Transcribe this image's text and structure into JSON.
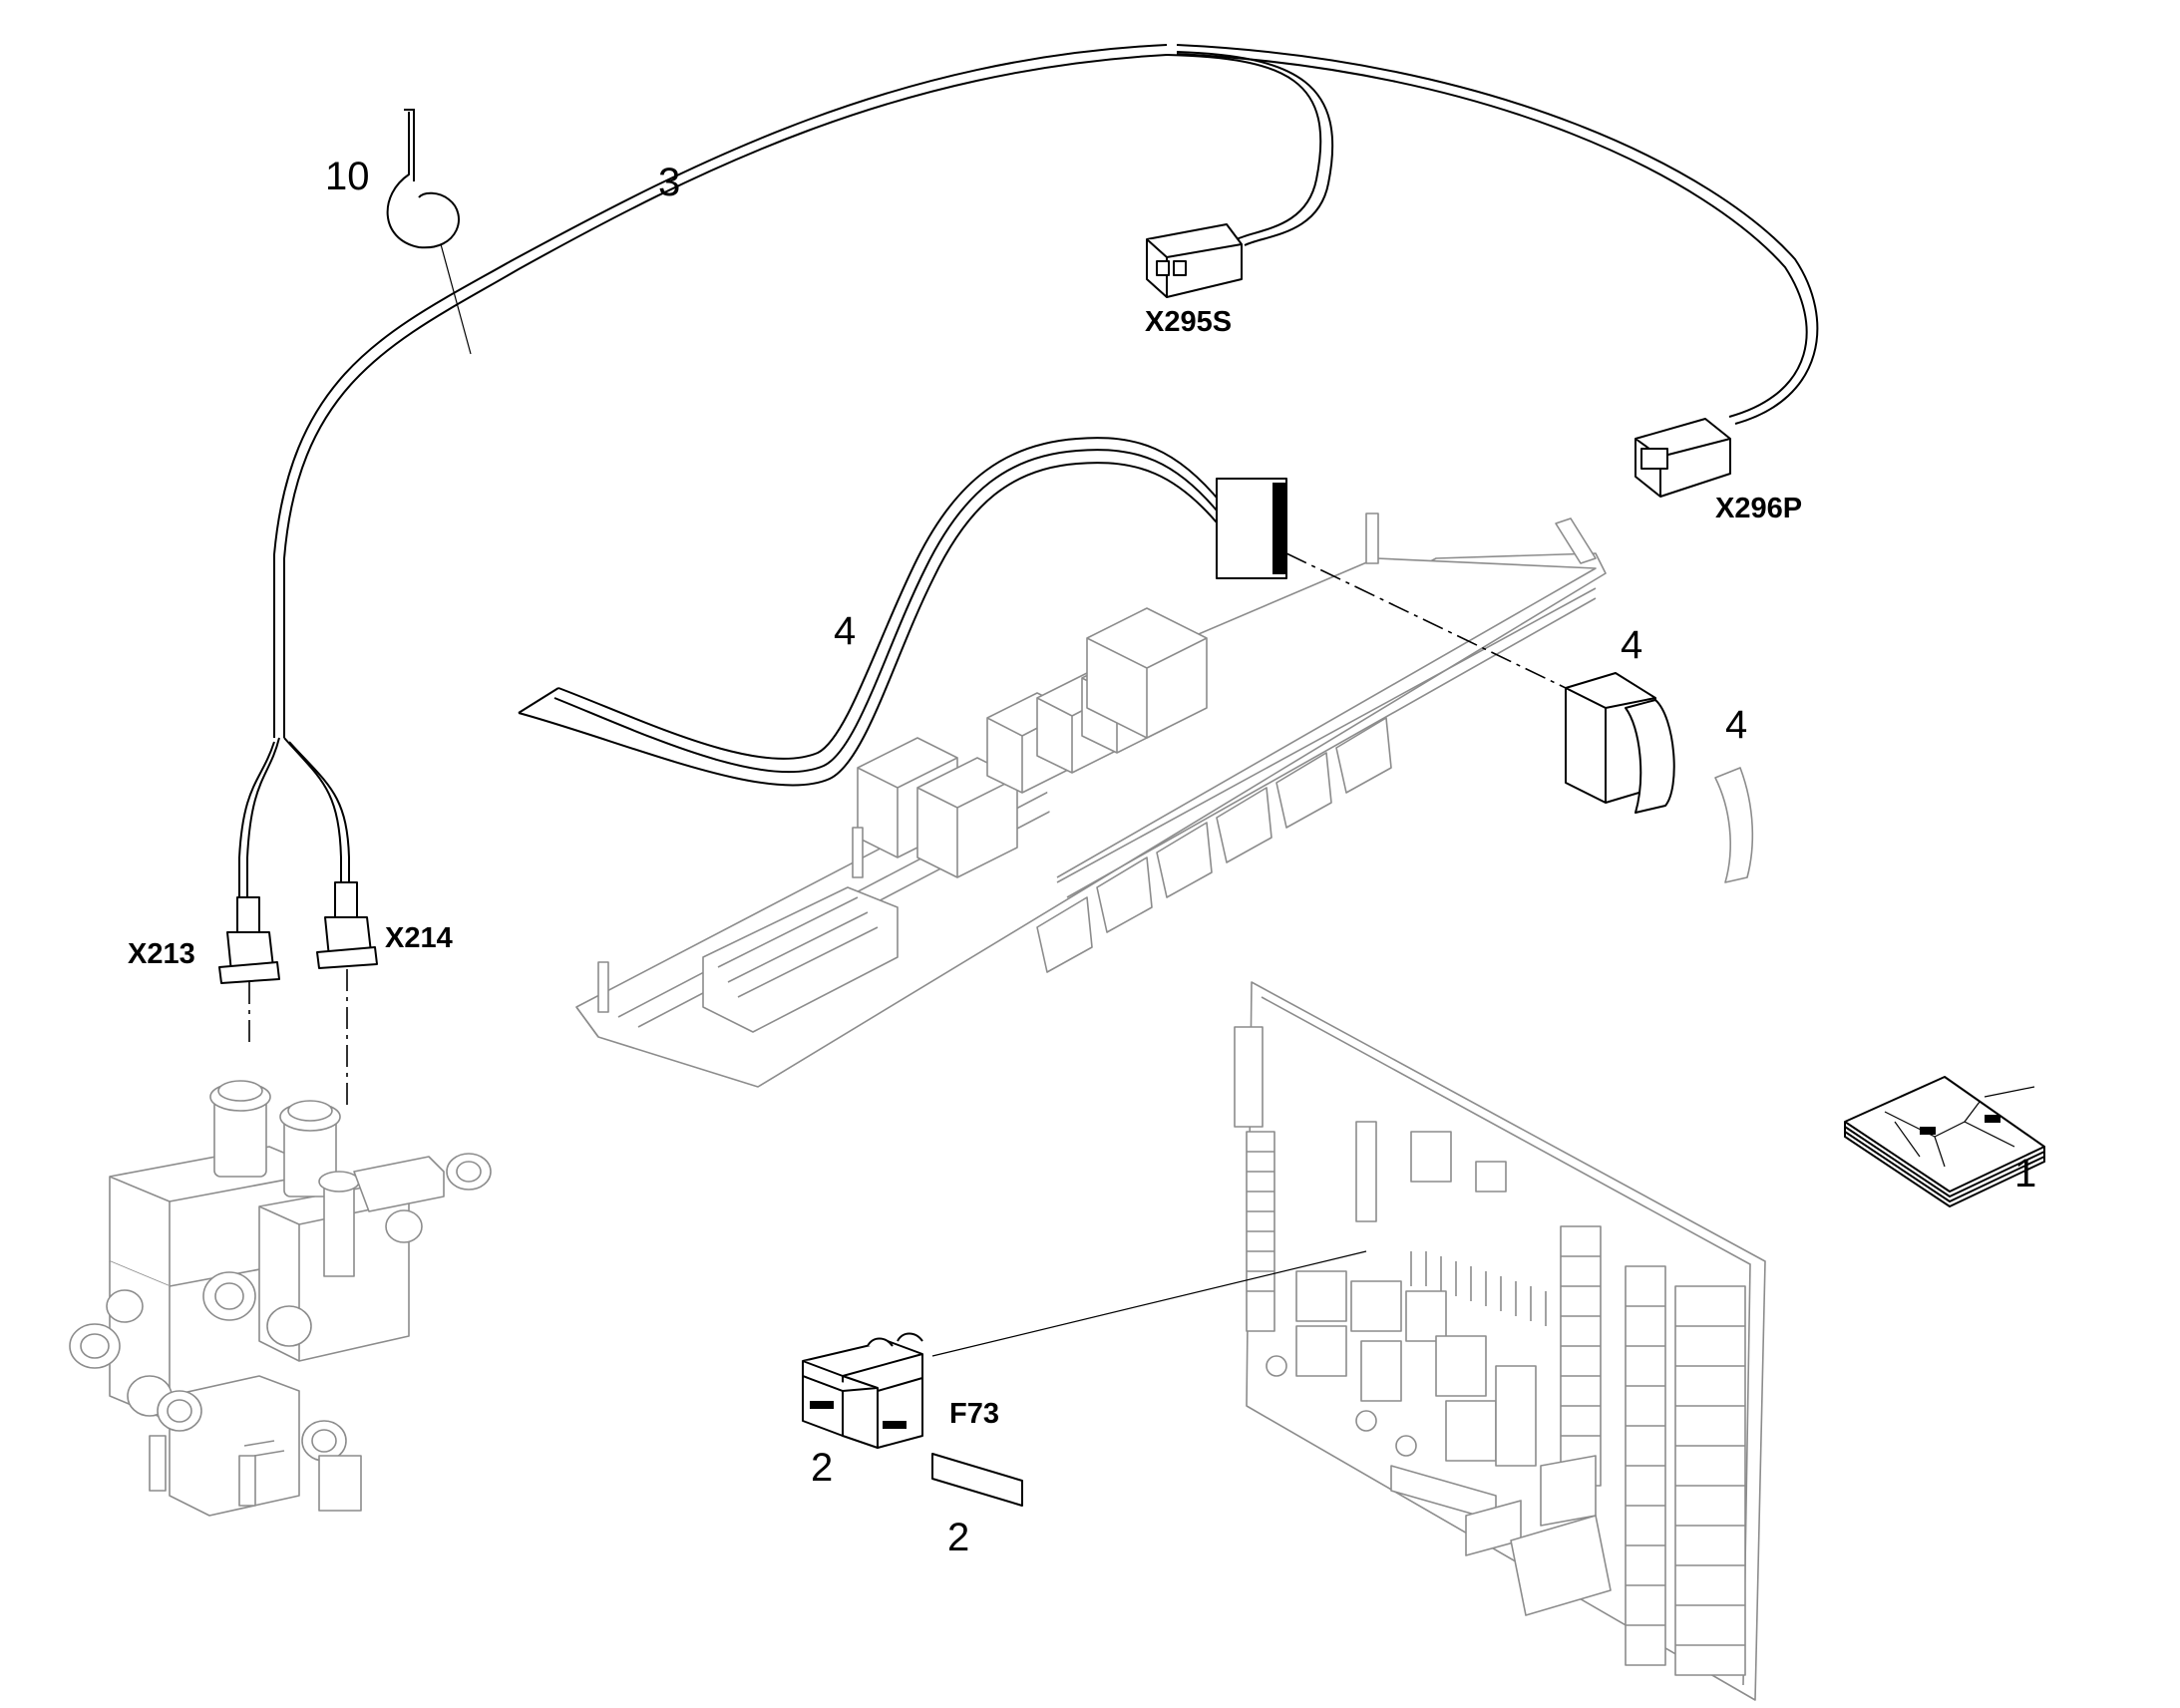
{
  "callouts": {
    "item_1": "1",
    "item_2_fuse": "2",
    "item_2_label": "2",
    "item_3": "3",
    "item_4_harness": "4",
    "item_4_switch": "4",
    "item_4_cap": "4",
    "item_10": "10"
  },
  "connectors": {
    "x213": "X213",
    "x214": "X214",
    "x295s": "X295S",
    "x296p": "X296P",
    "f73": "F73"
  },
  "icons": {
    "cable_tie": "cable-tie-icon",
    "main_harness": "wire-harness-icon",
    "relay_panel": "relay-panel-icon",
    "rocker_switch": "rocker-switch-icon",
    "valve_block": "hydraulic-valve-block-icon",
    "circuit_board": "circuit-board-icon",
    "fuse": "blade-fuse-icon",
    "manual": "manual-booklet-icon"
  }
}
